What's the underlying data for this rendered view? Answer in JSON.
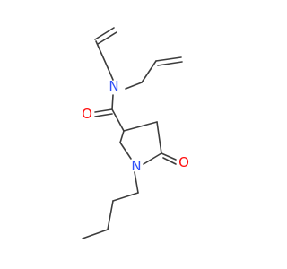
{
  "molecule": {
    "atoms": {
      "N_amide": {
        "symbol": "N",
        "color": "#3050f8"
      },
      "O_amide": {
        "symbol": "O",
        "color": "#ff0d0d"
      },
      "N_ring": {
        "symbol": "N",
        "color": "#3050f8"
      },
      "O_ring": {
        "symbol": "O",
        "color": "#ff0d0d"
      }
    },
    "bond_color": "#3d3d3d"
  }
}
